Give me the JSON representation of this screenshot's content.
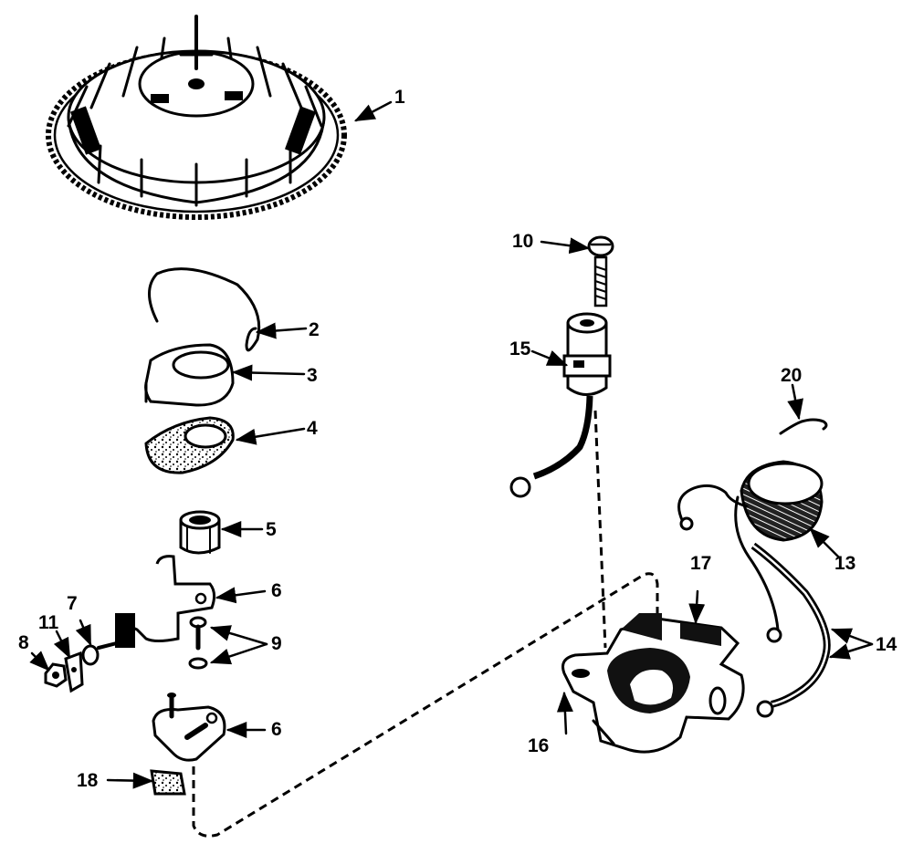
{
  "diagram": {
    "callouts": {
      "p1": "1",
      "p2": "2",
      "p3": "3",
      "p4": "4",
      "p5": "5",
      "p6a": "6",
      "p6b": "6",
      "p7": "7",
      "p8": "8",
      "p9": "9",
      "p10": "10",
      "p11": "11",
      "p13": "13",
      "p14": "14",
      "p15": "15",
      "p16": "16",
      "p17": "17",
      "p18": "18",
      "p20": "20"
    }
  }
}
